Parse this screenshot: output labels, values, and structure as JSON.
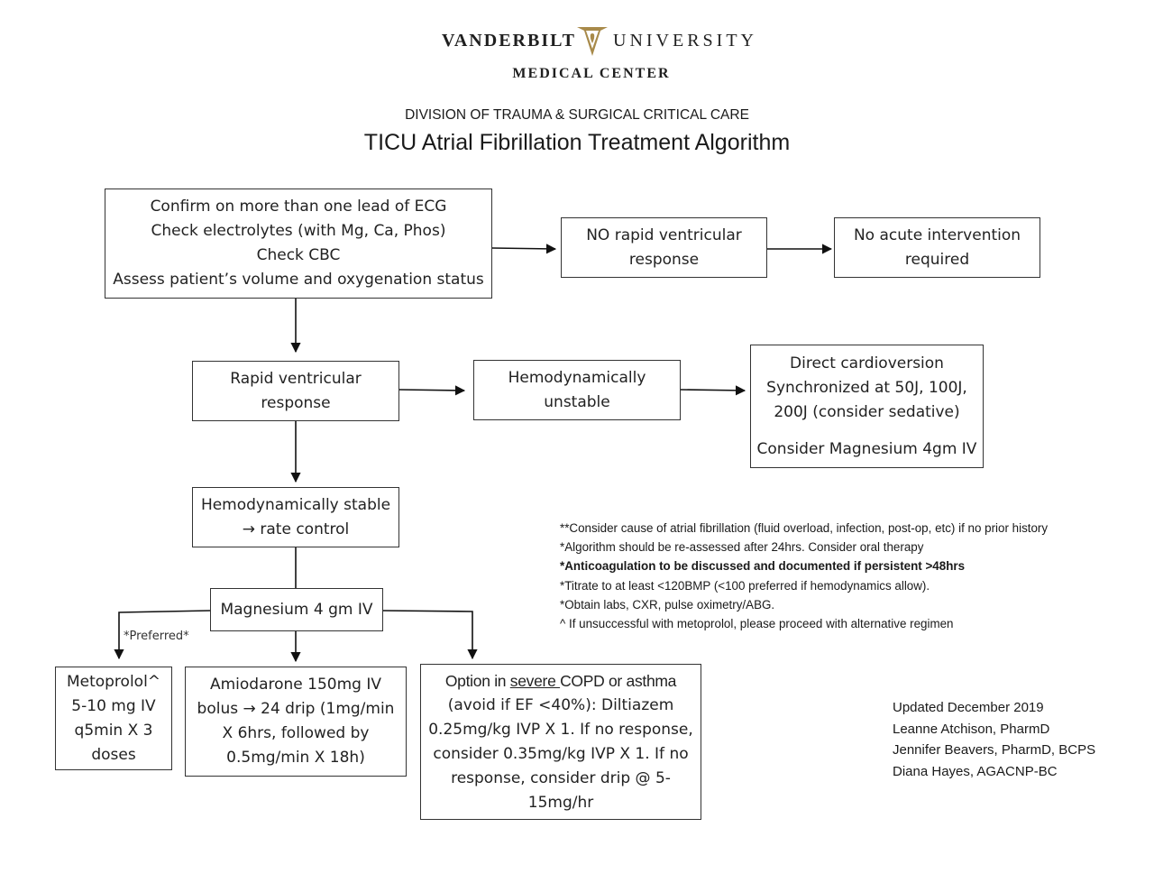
{
  "header": {
    "logo_left": "VANDERBILT",
    "logo_right": "UNIVERSITY",
    "logo_sub": "MEDICAL CENTER",
    "logo_mark_icon": "vanderbilt-v-oak-leaf-icon",
    "division": "DIVISION OF TRAUMA & SURGICAL CRITICAL CARE",
    "title": "TICU Atrial Fibrillation Treatment Algorithm"
  },
  "boxes": {
    "confirm": {
      "lines": [
        "Confirm on more than one lead of ECG",
        "Check electrolytes (with Mg, Ca, Phos)",
        "Check CBC",
        "Assess patient’s volume and oxygenation status"
      ]
    },
    "no_rvr": {
      "lines": [
        "NO rapid ventricular",
        "response"
      ]
    },
    "no_acute": {
      "lines": [
        "No acute intervention",
        "required"
      ]
    },
    "rvr": {
      "lines": [
        "Rapid ventricular",
        "response"
      ]
    },
    "unstable": {
      "lines": [
        "Hemodynamically",
        "unstable"
      ]
    },
    "cardioversion": {
      "lines": [
        "Direct cardioversion",
        "Synchronized at 50J, 100J,",
        "200J (consider sedative)"
      ],
      "extra": "Consider Magnesium 4gm IV"
    },
    "stable": {
      "line1": "Hemodynamically stable",
      "arrow": "→",
      "line2": "rate control"
    },
    "magnesium": {
      "label": "Magnesium 4 gm IV"
    },
    "metoprolol": {
      "lines": [
        "Metoprolol^",
        "5-10 mg IV",
        "q5min X 3",
        "doses"
      ]
    },
    "amiodarone": {
      "line1": "Amiodarone 150mg IV",
      "line2_a": "bolus",
      "arrow": "→",
      "line2_b": "24 drip (1mg/min",
      "line3": "X 6hrs, followed by",
      "line4": "0.5mg/min X 18h)"
    },
    "diltiazem": {
      "head_a": "Option in ",
      "head_u": "severe ",
      "head_b": "COPD or asthma",
      "lines": [
        "(avoid if EF <40%): Diltiazem",
        "0.25mg/kg IVP X 1. If no response,",
        "consider 0.35mg/kg IVP X 1. If no",
        "response, consider drip @ 5-",
        "15mg/hr"
      ]
    }
  },
  "preferred_label": "*Preferred*",
  "notes": [
    {
      "text": "**Consider cause of atrial fibrillation (fluid overload, infection, post-op, etc) if no prior history",
      "bold": false
    },
    {
      "text": "*Algorithm should be re-assessed after 24hrs. Consider oral therapy",
      "bold": false
    },
    {
      "text": "*Anticoagulation to be discussed and documented if persistent >48hrs",
      "bold": true
    },
    {
      "text": "*Titrate to at least <120BMP (<100 preferred if hemodynamics allow).",
      "bold": false
    },
    {
      "text": "*Obtain labs, CXR, pulse oximetry/ABG.",
      "bold": false
    },
    {
      "text": "^ If unsuccessful with metoprolol, please proceed with alternative regimen",
      "bold": false
    }
  ],
  "updated": {
    "date": "Updated December 2019",
    "authors": [
      "Leanne Atchison, PharmD",
      "Jennifer Beavers, PharmD, BCPS",
      "Diana Hayes, AGACNP-BC"
    ]
  }
}
